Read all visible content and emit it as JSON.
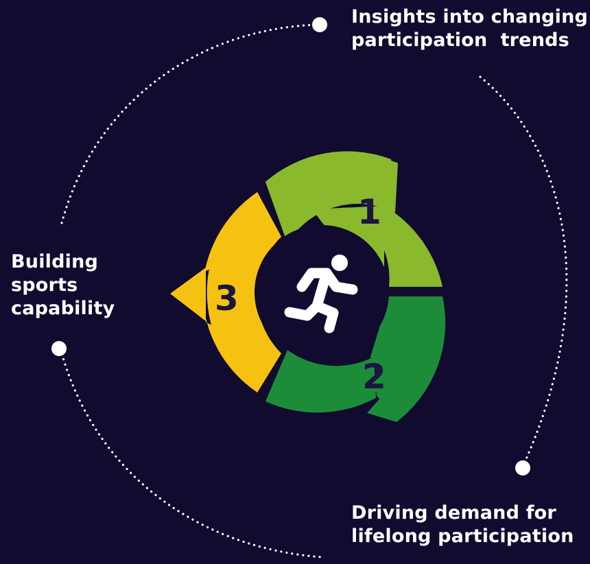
{
  "diagram": {
    "center_icon": "running-person-icon",
    "colors": {
      "background": "#110b2f",
      "segment_1": "#8ab92d",
      "segment_2": "#1d8c39",
      "segment_3": "#f6c211",
      "center": "#110b2f",
      "dots": "#ffffff"
    },
    "segments": [
      {
        "number": "1",
        "label_lines": [
          "Insights into changing",
          "participation  trends"
        ]
      },
      {
        "number": "2",
        "label_lines": [
          "Driving demand for",
          "lifelong participation"
        ]
      },
      {
        "number": "3",
        "label_lines": [
          "Building",
          "sports",
          "capability"
        ]
      }
    ]
  }
}
